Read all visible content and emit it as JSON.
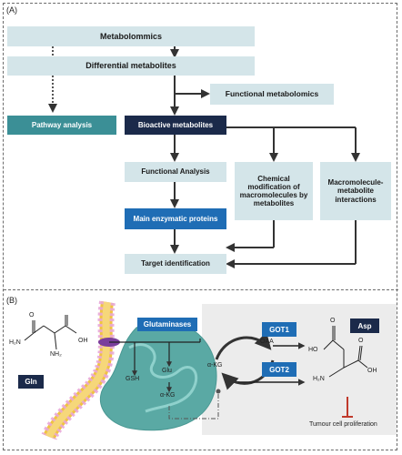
{
  "panel_a": {
    "label": "(A)",
    "metabolomics": "Metabolommics",
    "differential": "Differential metabolites",
    "functional_metabolomics": "Functional metabolomics",
    "pathway_analysis": "Pathway analysis",
    "bioactive": "Bioactive metabolites",
    "functional_analysis": "Functional Analysis",
    "chemical_modification": "Chemical modification of macromolecules by metabolites",
    "macromolecule_interactions": "Macromolecule-metabolite interactions",
    "enzymatic_proteins": "Main enzymatic proteins",
    "target_identification": "Target identification"
  },
  "panel_b": {
    "label": "(B)",
    "glutaminases": "Glutaminases",
    "gln": "Gln",
    "asp": "Asp",
    "got1": "GOT1",
    "got2": "GOT2",
    "gsh": "GSH",
    "glu": "Glu",
    "akg_mito": "α-KG",
    "akg_cycle": "α-KG",
    "oaa": "OAA",
    "tumour": "Tumour cell proliferation",
    "gln_atoms": {
      "o": "O",
      "nh2_left": "H₂N",
      "oh": "OH",
      "nh2_bottom": "NH₂"
    },
    "asp_atoms": {
      "ho": "HO",
      "h2n": "H₂N",
      "oh": "OH",
      "o_top": "O",
      "o_bottom": "O"
    }
  },
  "colors": {
    "light_box": "#d4e5e9",
    "teal": "#3b8f96",
    "navy": "#1b2a4a",
    "blue": "#1f6db5",
    "mito": "#5aa9a4",
    "membrane": "#e8a7d8"
  }
}
